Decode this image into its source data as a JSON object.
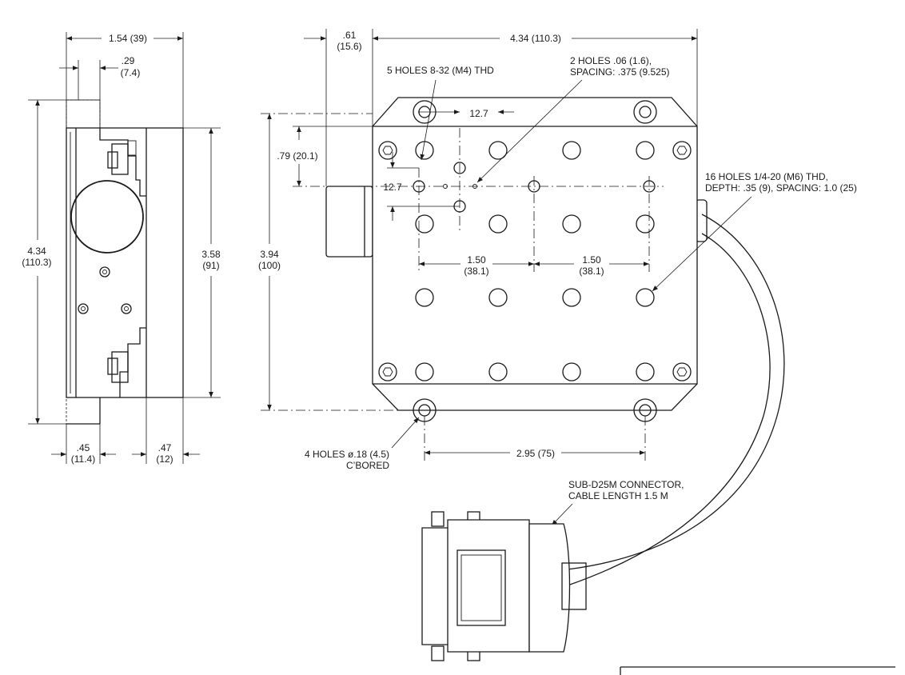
{
  "side_view": {
    "overall_width": "1.54 (39)",
    "offset_top": ".29",
    "offset_top_mm": "(7.4)",
    "height_outer": "4.34",
    "height_outer_mm": "(110.3)",
    "height_inner": "3.58",
    "height_inner_mm": "(91)",
    "bottom_left": ".45",
    "bottom_left_mm": "(11.4)",
    "bottom_right": ".47",
    "bottom_right_mm": "(12)"
  },
  "top_view": {
    "motor_offset": ".61",
    "motor_offset_mm": "(15.6)",
    "overall_width": "4.34 (110.3)",
    "spacing_small": "12.7",
    "spacing_small_v": "12.7",
    "center_offset": ".79 (20.1)",
    "height": "3.94",
    "height_mm": "(100)",
    "pitch_a": "1.50",
    "pitch_a_mm": "(38.1)",
    "pitch_b": "1.50",
    "pitch_b_mm": "(38.1)",
    "mount_spacing": "2.95 (75)"
  },
  "callouts": {
    "holes_8_32": "5 HOLES 8-32 (M4) THD",
    "holes_06_l1": "2 HOLES .06 (1.6),",
    "holes_06_l2": "SPACING: .375 (9.525)",
    "holes_1420_l1": "16 HOLES 1/4-20 (M6) THD,",
    "holes_1420_l2": "DEPTH: .35 (9), SPACING: 1.0 (25)",
    "cbore_l1": "4 HOLES ø.18 (4.5)",
    "cbore_l2": "C’BORED",
    "connector_l1": "SUB-D25M CONNECTOR,",
    "connector_l2": "CABLE LENGTH 1.5 M"
  }
}
